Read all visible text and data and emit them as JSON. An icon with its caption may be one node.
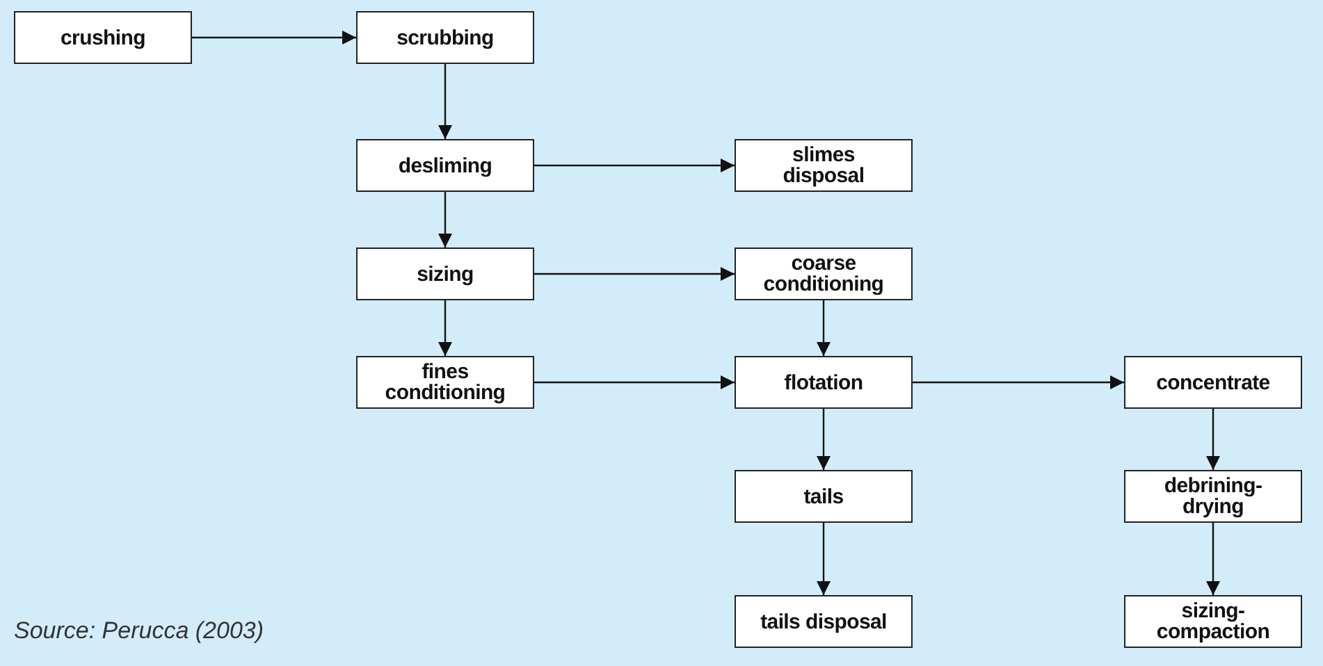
{
  "diagram": {
    "nodes": [
      {
        "text": [
          "crushing"
        ]
      },
      {
        "text": [
          "scrubbing"
        ]
      },
      {
        "text": [
          "desliming"
        ]
      },
      {
        "text": [
          "slimes disposal"
        ]
      },
      {
        "text": [
          "sizing"
        ]
      },
      {
        "text": [
          "coarse conditioning"
        ]
      },
      {
        "text": [
          "fines conditioning"
        ]
      },
      {
        "text": [
          "flotation"
        ]
      },
      {
        "text": [
          "concentrate"
        ]
      },
      {
        "text": [
          "tails"
        ]
      },
      {
        "text": [
          "debrining-drying"
        ]
      },
      {
        "text": [
          "tails disposal"
        ]
      },
      {
        "text": [
          "sizing-compaction"
        ]
      }
    ],
    "edges": [
      {
        "from": 0,
        "to": 1,
        "arrow": "to"
      },
      {
        "from": 1,
        "to": 2,
        "arrow": "to"
      },
      {
        "from": 2,
        "to": 3,
        "arrow": "to"
      },
      {
        "from": 2,
        "to": 4,
        "arrow": "to"
      },
      {
        "from": 4,
        "to": 5,
        "arrow": "to"
      },
      {
        "from": 4,
        "to": 6,
        "arrow": "to"
      },
      {
        "from": 5,
        "to": 7,
        "arrow": "to"
      },
      {
        "from": 6,
        "to": 7,
        "arrow": "to"
      },
      {
        "from": 7,
        "to": 8,
        "arrow": "to"
      },
      {
        "from": 7,
        "to": 9,
        "arrow": "to"
      },
      {
        "from": 8,
        "to": 10,
        "arrow": "to"
      },
      {
        "from": 9,
        "to": 11,
        "arrow": "to"
      },
      {
        "from": 10,
        "to": 12,
        "arrow": "to"
      }
    ],
    "labels": [
      "Source: Perucca (2003)"
    ]
  }
}
